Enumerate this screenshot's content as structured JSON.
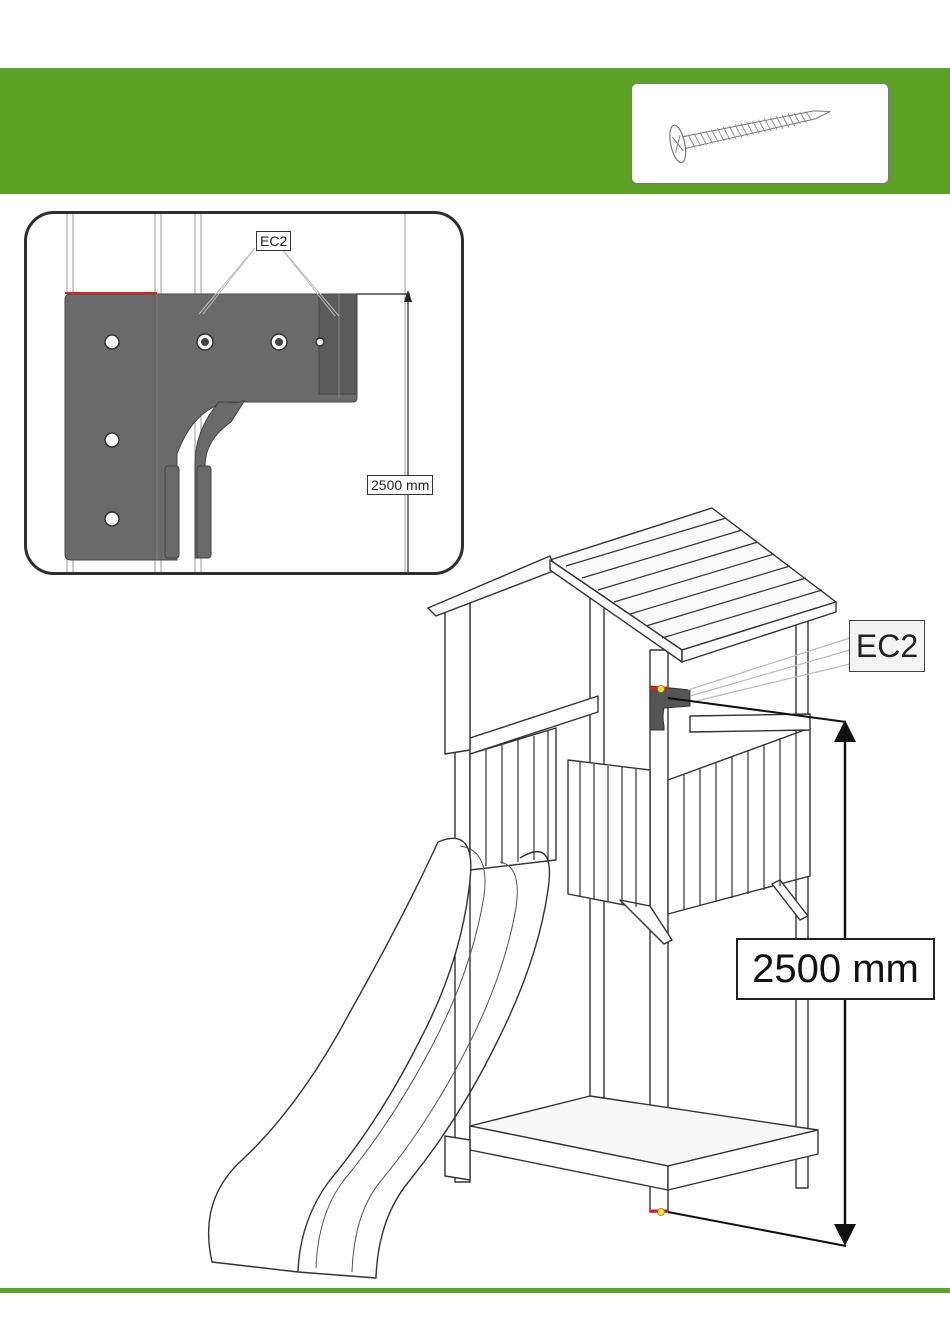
{
  "detail": {
    "part_label": "EC2",
    "dimension_label": "2500 mm"
  },
  "main": {
    "part_label": "EC2",
    "dimension_label": "2500 mm"
  },
  "colors": {
    "brand_green": "#5ea127",
    "bracket_gray": "#6a6a6a",
    "marker_red": "#e02020",
    "marker_yellow": "#f2e600"
  },
  "icons": {
    "screw": "screw-icon"
  }
}
